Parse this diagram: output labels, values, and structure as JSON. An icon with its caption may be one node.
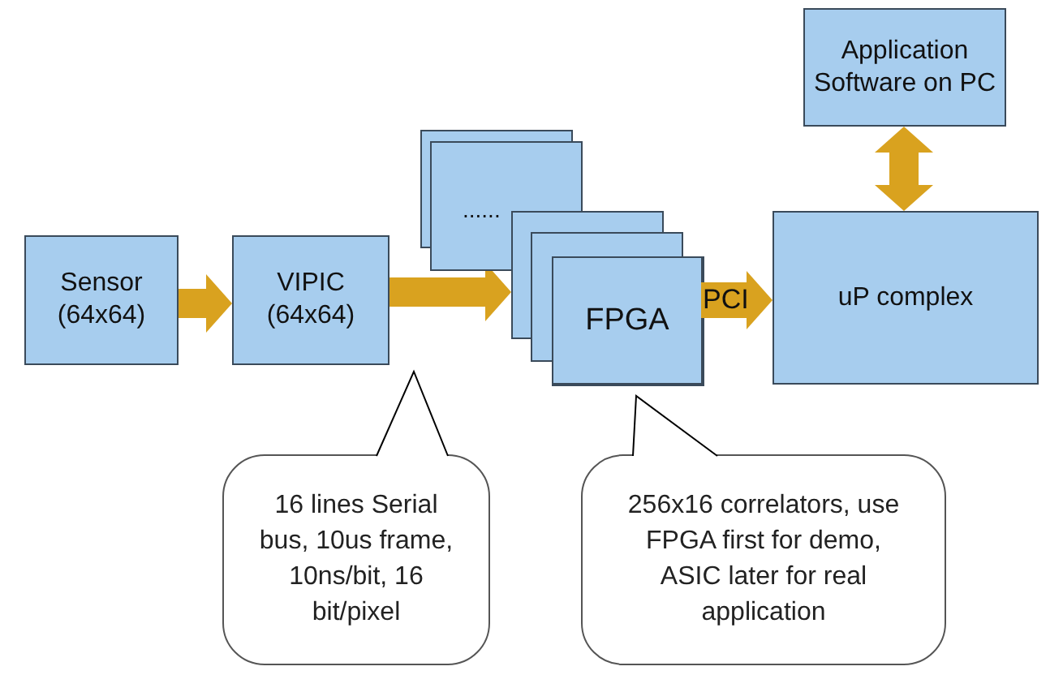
{
  "diagram": {
    "nodes": [
      {
        "text": [
          "Application Software on PC"
        ]
      },
      {
        "text": [
          "Sensor (64x64)"
        ]
      },
      {
        "text": [
          "VIPIC (64x64)"
        ]
      },
      {
        "text": [
          "......"
        ]
      },
      {
        "text": [
          "FPGA"
        ],
        "in": 3
      },
      {
        "text": [
          "uP complex"
        ]
      },
      {
        "text": [
          "16 lines Serial bus, 10us frame, 10ns/bit, 16 bit/pixel"
        ]
      },
      {
        "text": [
          "256x16 correlators, use FPGA first for demo, ASIC later for real application"
        ]
      }
    ],
    "edges": [
      {
        "from": 1,
        "to": 2,
        "arrow": "to"
      },
      {
        "from": 2,
        "to": 3,
        "arrow": "to"
      },
      {
        "from": 4,
        "to": 5,
        "arrow": "to",
        "label": "PCI"
      },
      {
        "from": 0,
        "to": 5,
        "arrow": "both"
      },
      {
        "from": 6,
        "to": null,
        "arrow": "to",
        "color": "#000000"
      },
      {
        "from": 7,
        "to": 4,
        "arrow": "to",
        "color": "#000000"
      }
    ]
  }
}
